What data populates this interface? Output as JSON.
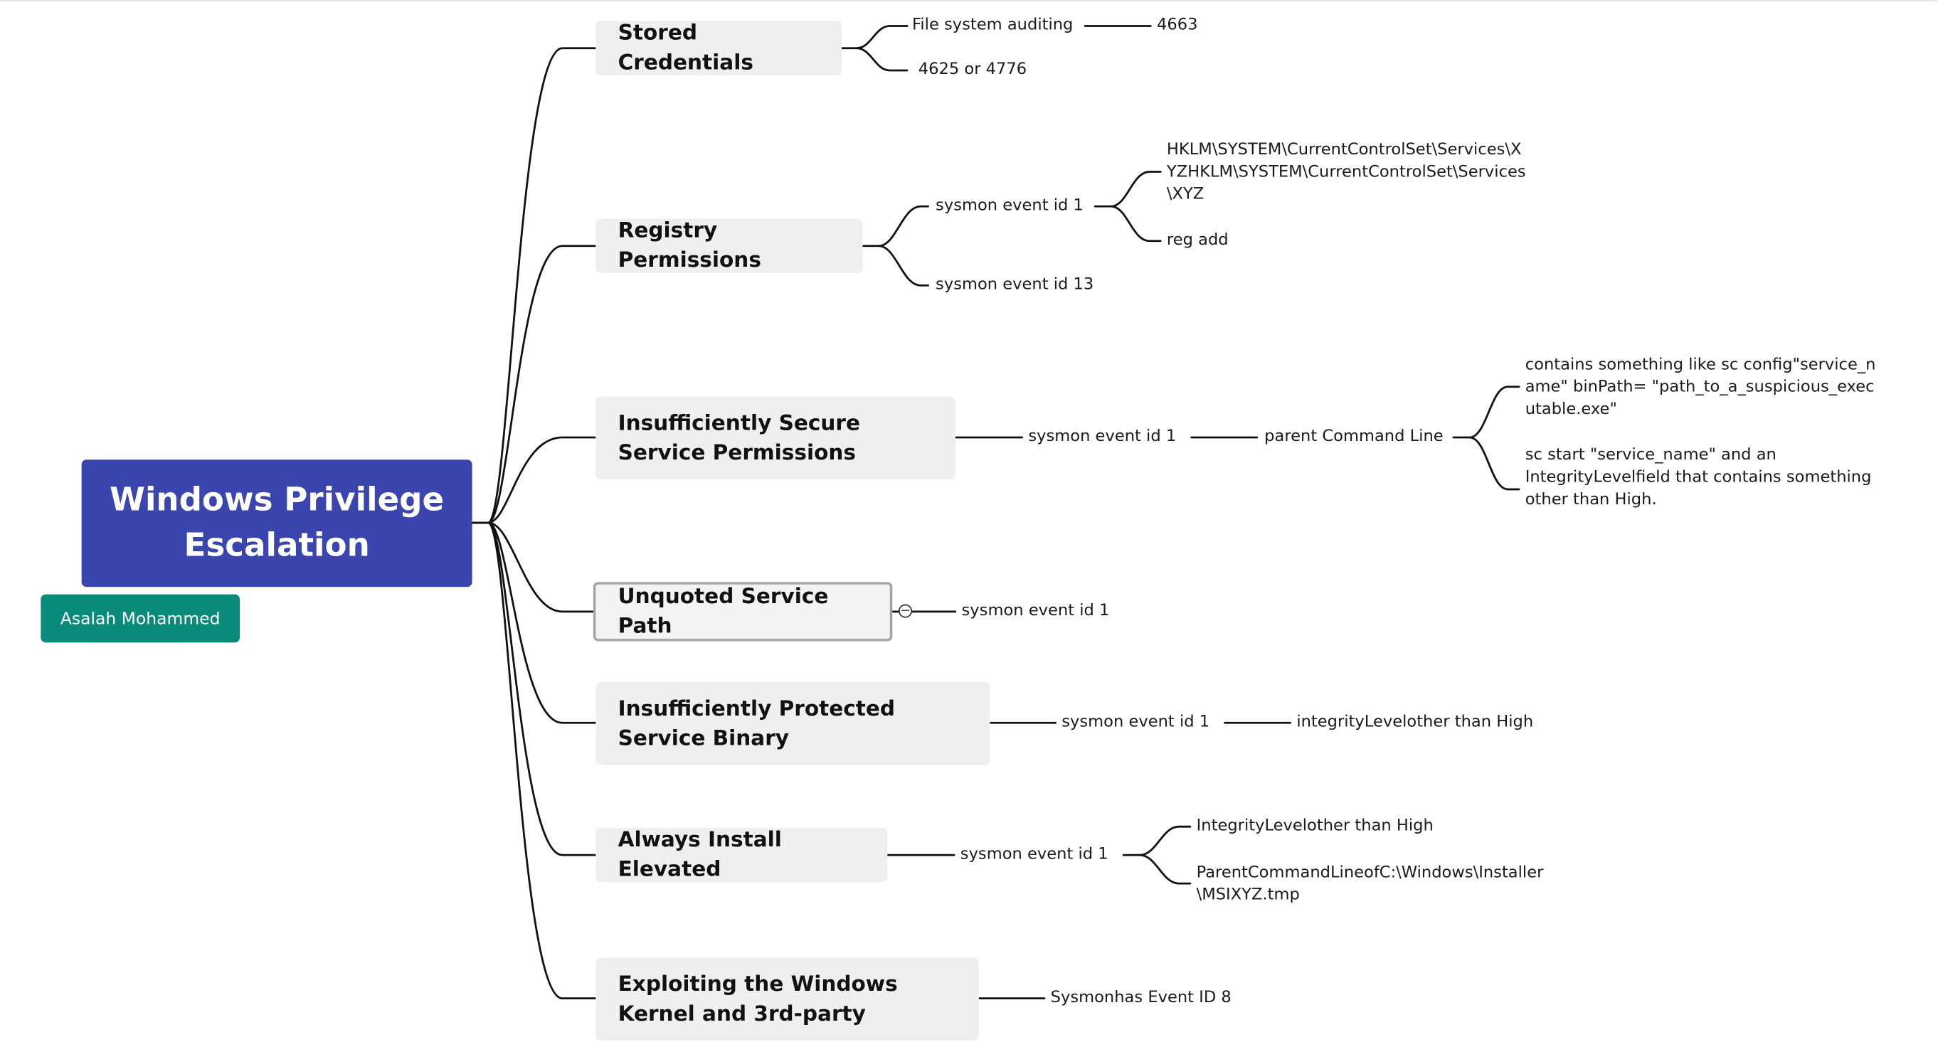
{
  "root": {
    "title": "Windows Privilege Escalation",
    "author": "Asalah Mohammed"
  },
  "branches": [
    {
      "label": "Stored Credentials",
      "children": [
        {
          "label": "File system auditing",
          "children": [
            {
              "label": "4663"
            }
          ]
        },
        {
          "label": "4625 or 4776"
        }
      ]
    },
    {
      "label": "Registry Permissions",
      "children": [
        {
          "label": "sysmon event id 1",
          "children": [
            {
              "label": "HKLM\\SYSTEM\\CurrentControlSet\\Services\\XYZHKLM\\SYSTEM\\CurrentControlSet\\Services\\XYZ"
            },
            {
              "label": "reg add"
            }
          ]
        },
        {
          "label": "sysmon event id 13"
        }
      ]
    },
    {
      "label": "Insufficiently Secure Service Permissions",
      "children": [
        {
          "label": "sysmon event id 1",
          "children": [
            {
              "label": "parent Command Line",
              "children": [
                {
                  "label": "contains something like sc config\"service_name\" binPath= \"path_to_a_suspicious_executable.exe\""
                },
                {
                  "label": "sc start \"service_name\" and an IntegrityLevelfield that contains something other than High."
                }
              ]
            }
          ]
        }
      ]
    },
    {
      "label": "Unquoted Service Path",
      "children": [
        {
          "label": "sysmon event id 1"
        }
      ]
    },
    {
      "label": "Insufficiently Protected Service Binary",
      "children": [
        {
          "label": "sysmon event id 1",
          "children": [
            {
              "label": "integrityLevelother than High"
            }
          ]
        }
      ]
    },
    {
      "label": "Always Install Elevated",
      "children": [
        {
          "label": "sysmon event id 1",
          "children": [
            {
              "label": "IntegrityLevelother than High"
            },
            {
              "label": "ParentCommandLineofC:\\Windows\\Installer\\MSIXYZ.tmp"
            }
          ]
        }
      ]
    },
    {
      "label": "Exploiting the Windows Kernel and 3rd-party",
      "children": [
        {
          "label": "Sysmonhas Event ID 8"
        }
      ]
    }
  ],
  "colors": {
    "root": "#3a45ad",
    "author": "#0a8a78",
    "branch": "#efefef",
    "line": "#111111"
  },
  "icons": {
    "collapse": "minus-circle-icon"
  }
}
